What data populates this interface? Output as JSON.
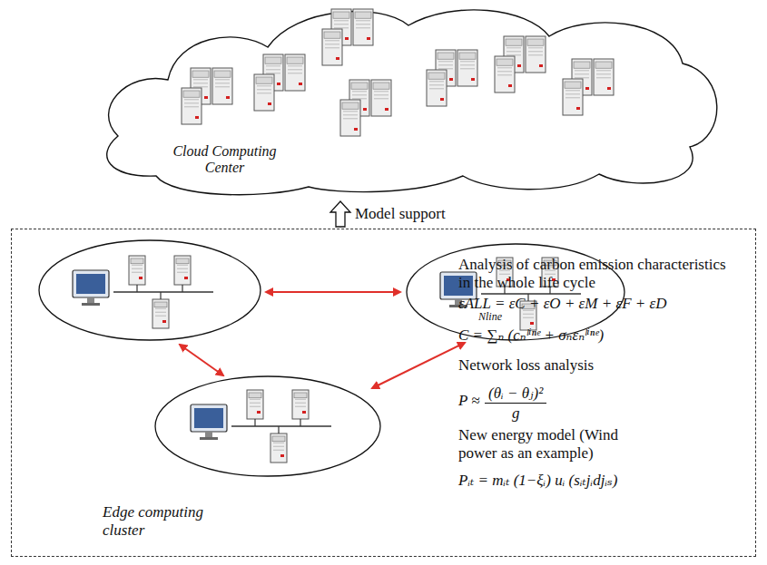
{
  "diagram": {
    "nodes": [
      {
        "text": [
          "Cloud Computing Center"
        ]
      },
      {
        "text": [
          "Edge computing cluster"
        ]
      }
    ],
    "edges": [
      {
        "from": 1,
        "to": 0,
        "arrow": "to",
        "label": "Model support"
      }
    ],
    "labels": [
      "Analysis of carbon emission characteristics in the whole life cycle",
      "εALL = εC + εO + εM + εF + εD",
      "Nline",
      "C = ∑ₙ (cₙˡⁱⁿᵉ + σₙεₙˡⁱⁿᵉ)",
      "Network loss analysis",
      "P ≈",
      "(θᵢ − θⱼ)²",
      "g",
      "New energy model (Wind power as an example)",
      "Pᵢₜ = mᵢₜ (1−ξᵢ) uᵢ (sᵢₜjᵢdjᵢₛ)"
    ]
  }
}
